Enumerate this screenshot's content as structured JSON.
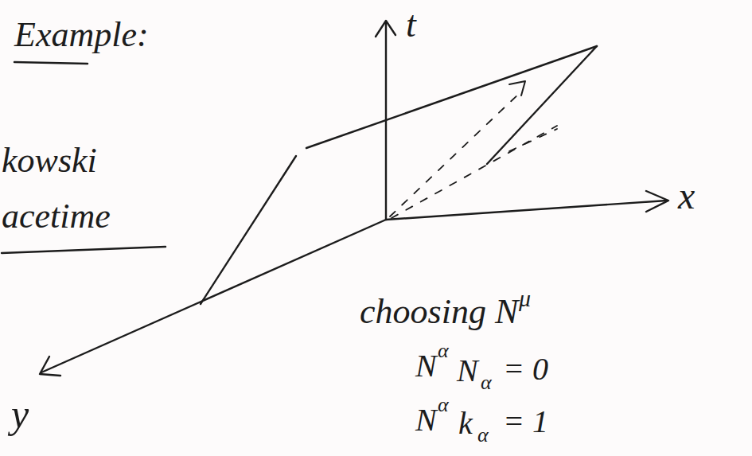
{
  "diagram": {
    "labels": [
      "Example:",
      "kowski",
      "acetime",
      "t",
      "x",
      "y",
      "choosing N",
      "μ",
      "N",
      "α",
      "N",
      "α",
      "= 0",
      "N",
      "α",
      "k",
      "α",
      "= 1"
    ]
  }
}
